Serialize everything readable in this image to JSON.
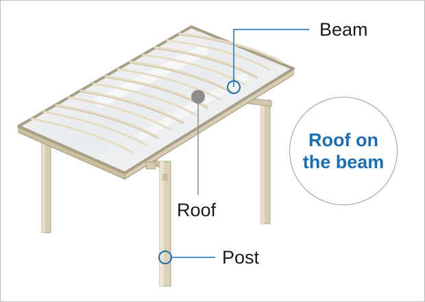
{
  "labels": {
    "beam": "Beam",
    "roof": "Roof",
    "post": "Post"
  },
  "badge": {
    "line1": "Roof on",
    "line2": "the beam"
  },
  "colors": {
    "callout_blue": "#1a6eb5",
    "roof_marker_gray": "#8c8c8c",
    "badge_text": "#1a6eb5",
    "frame_beige": "#d8cdb4",
    "panel_tint": "#eef0f2"
  },
  "icons": {
    "beam_marker": "ring-marker",
    "post_marker": "ring-marker",
    "roof_marker": "filled-dot-marker"
  }
}
